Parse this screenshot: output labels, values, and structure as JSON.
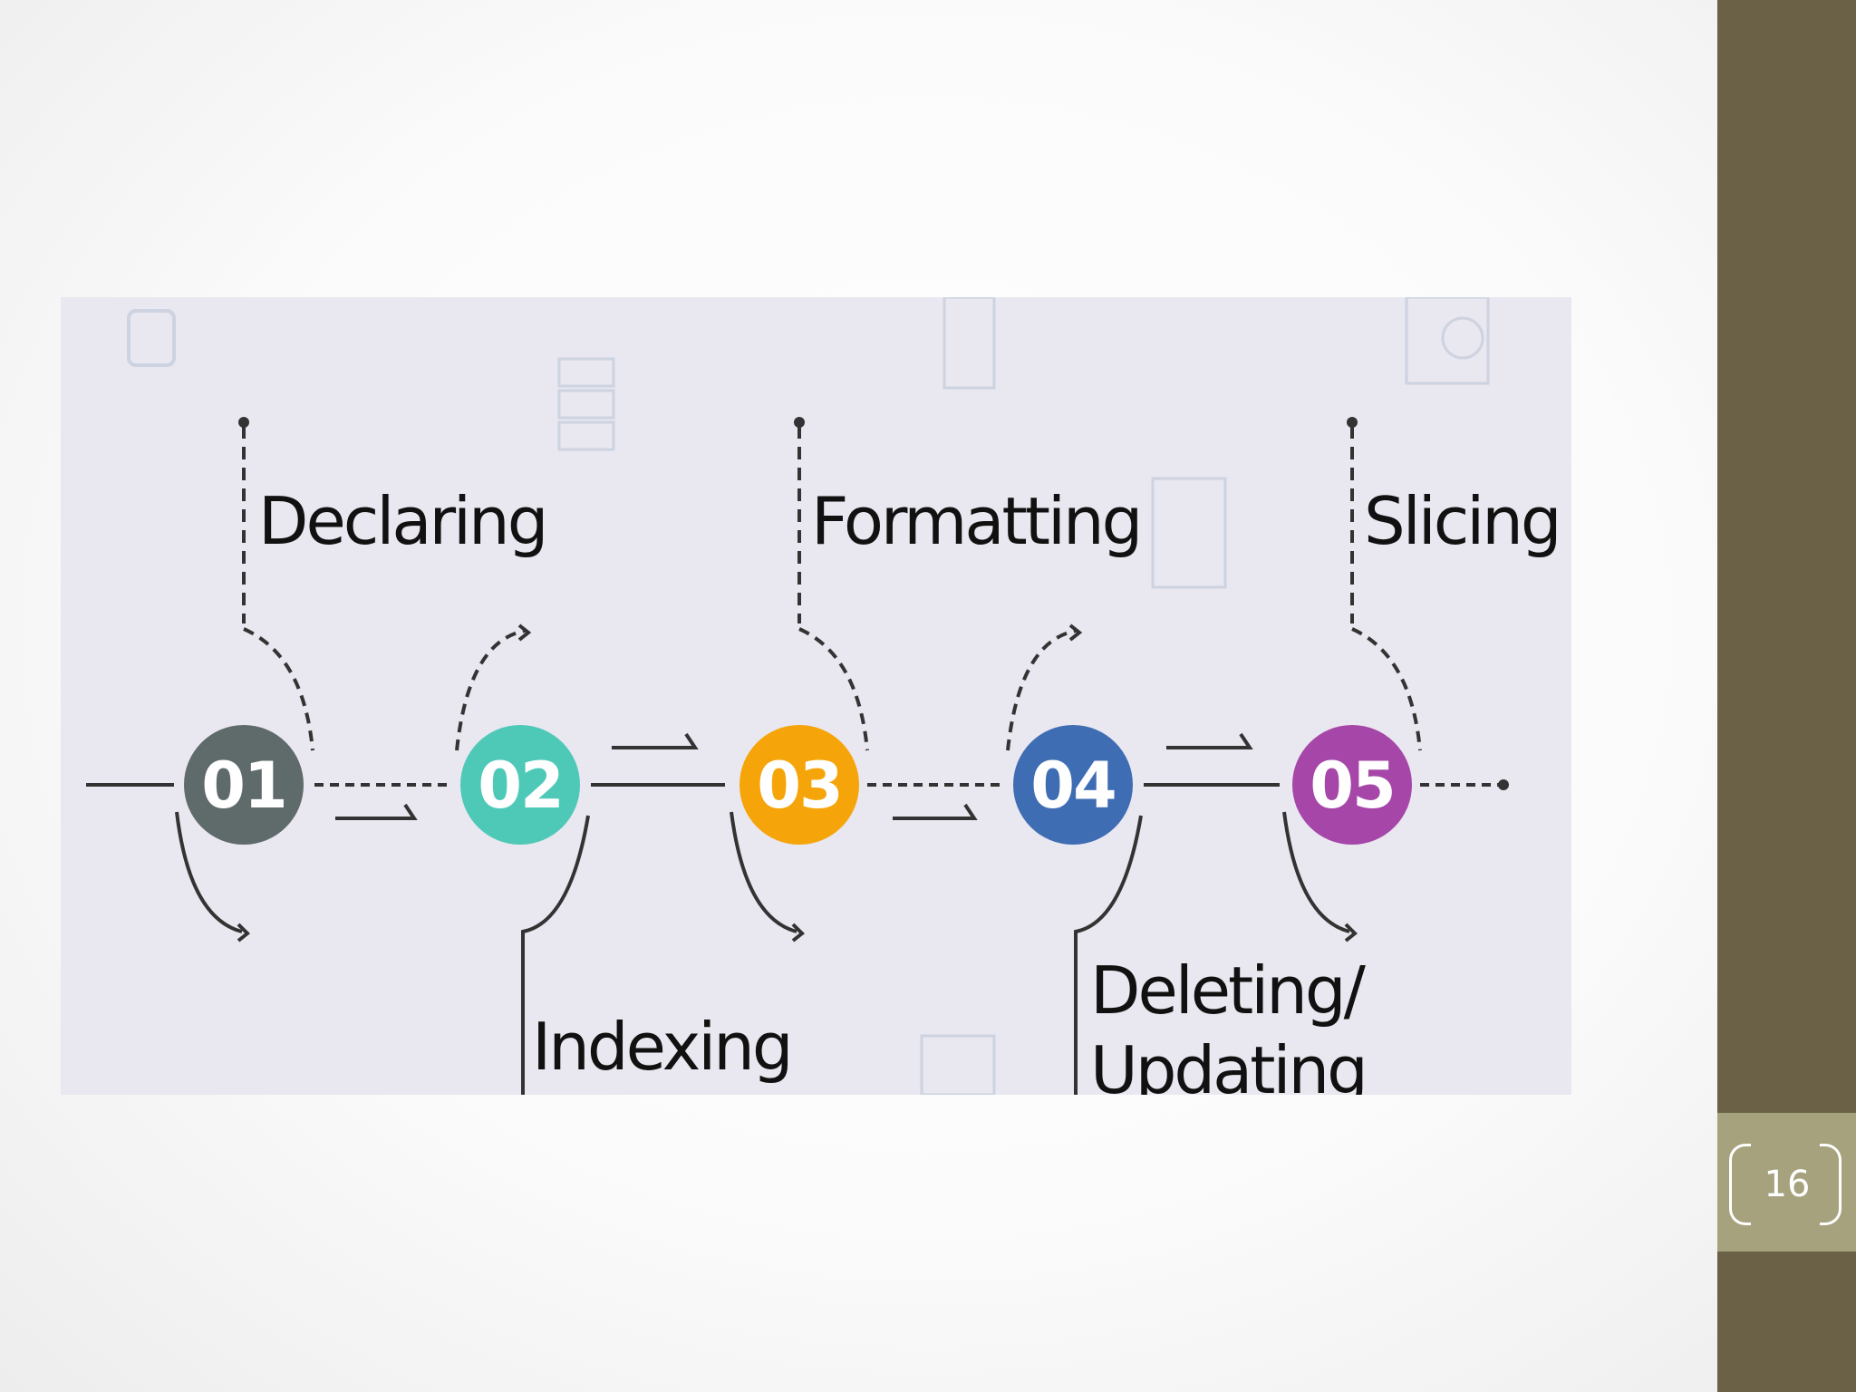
{
  "slide": {
    "page_number": "16"
  },
  "diagram": {
    "steps": [
      {
        "number": "01",
        "label": "Declaring",
        "color": "#5f6a6a"
      },
      {
        "number": "02",
        "label": "Indexing",
        "color": "#4ec9b8"
      },
      {
        "number": "03",
        "label": "Formatting",
        "color": "#f5a50a"
      },
      {
        "number": "04",
        "label": "Deleting/",
        "label2": "Updating",
        "color": "#3f6db4"
      },
      {
        "number": "05",
        "label": "Slicing",
        "color": "#a546a8"
      }
    ]
  },
  "colors": {
    "sidebar": "#6b6147",
    "page_box": "#a6a27e",
    "figure_bg": "#e9e7ef"
  }
}
